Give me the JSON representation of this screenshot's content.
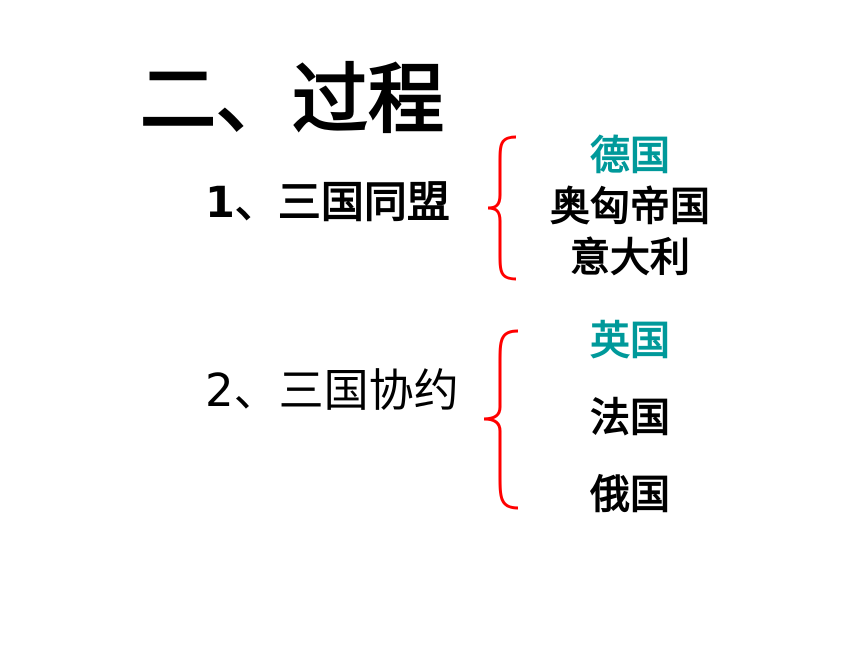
{
  "title": "二、过程",
  "colors": {
    "accent": "#00999a",
    "brace": "#ff0000",
    "text": "#000000"
  },
  "sections": [
    {
      "heading": "1、三国同盟",
      "members": [
        "德国",
        "奥匈帝国",
        "意大利"
      ]
    },
    {
      "heading": "2、三国协约",
      "members": [
        "英国",
        "法国",
        "俄国"
      ]
    }
  ]
}
